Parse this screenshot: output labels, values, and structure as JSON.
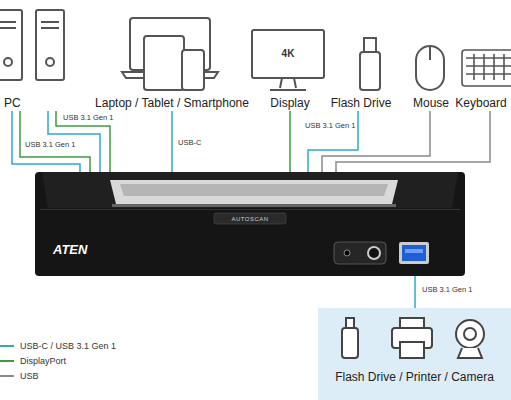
{
  "diagram": {
    "nodes": [
      {
        "text": [
          "PC"
        ]
      },
      {
        "text": [
          "Laptop / Tablet / Smartphone"
        ]
      },
      {
        "text": [
          "Display"
        ]
      },
      {
        "text": [
          "Flash Drive"
        ]
      },
      {
        "text": [
          "Mouse"
        ]
      },
      {
        "text": [
          "Keyboard"
        ]
      },
      {
        "text": [
          "AUTOSCAN",
          "ATEN"
        ]
      },
      {
        "text": [
          "Flash Drive / Printer / Camera"
        ]
      }
    ],
    "edges": [
      {
        "from": 0,
        "to": 6,
        "label": "USB 3.1 Gen 1",
        "arrow": "none"
      },
      {
        "from": 0,
        "to": 6,
        "arrow": "none"
      },
      {
        "from": 0,
        "to": 6,
        "label": "USB 3.1 Gen 1",
        "arrow": "none"
      },
      {
        "from": 0,
        "to": 6,
        "arrow": "none"
      },
      {
        "from": 1,
        "to": 6,
        "label": "USB-C",
        "arrow": "none"
      },
      {
        "from": 2,
        "to": 6,
        "arrow": "none"
      },
      {
        "from": 3,
        "to": 6,
        "label": "USB 3.1 Gen 1",
        "arrow": "none"
      },
      {
        "from": 4,
        "to": 6,
        "arrow": "none"
      },
      {
        "from": 5,
        "to": 6,
        "arrow": "none"
      },
      {
        "from": 6,
        "to": 7,
        "label": "USB 3.1 Gen 1",
        "arrow": "none"
      }
    ],
    "labels": [
      "4K"
    ],
    "legend": [
      {
        "text": "USB-C / USB 3.1 Gen 1",
        "color": "#2fa9c6"
      },
      {
        "text": "DisplayPort",
        "color": "#3f9b3f"
      },
      {
        "text": "USB",
        "color": "#8a8a8a"
      }
    ]
  }
}
